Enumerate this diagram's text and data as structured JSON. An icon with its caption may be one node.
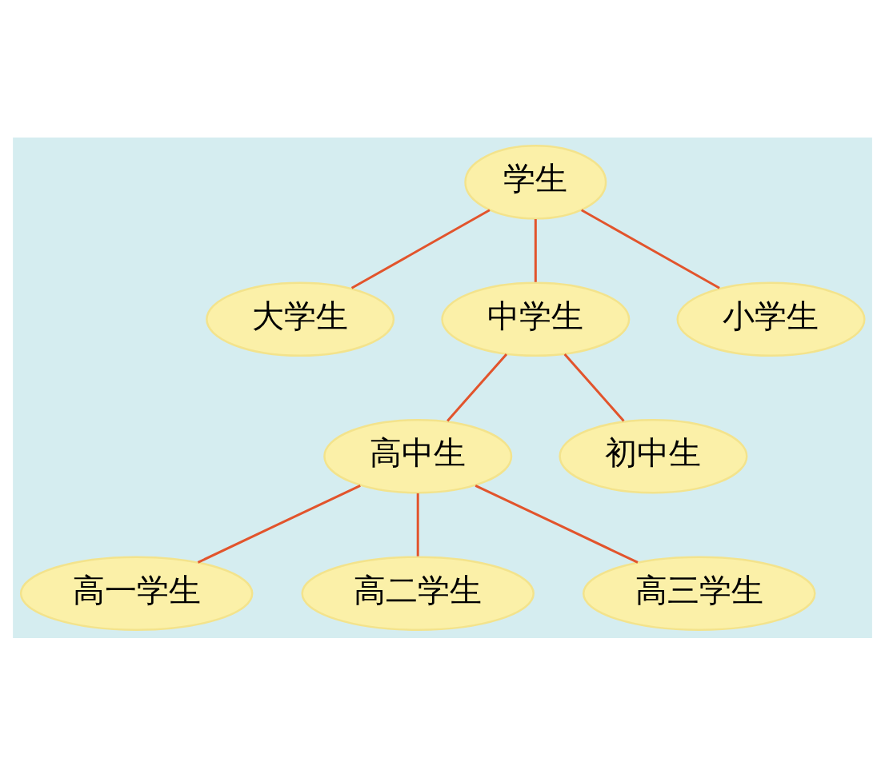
{
  "diagram": {
    "nodes": [
      {
        "text": [
          "学生"
        ]
      },
      {
        "text": [
          "大学生"
        ]
      },
      {
        "text": [
          "中学生"
        ]
      },
      {
        "text": [
          "小学生"
        ]
      },
      {
        "text": [
          "高中生"
        ]
      },
      {
        "text": [
          "初中生"
        ]
      },
      {
        "text": [
          "高一学生"
        ]
      },
      {
        "text": [
          "高二学生"
        ]
      },
      {
        "text": [
          "高三学生"
        ]
      }
    ],
    "edges": [
      {
        "from": 0,
        "to": 1,
        "arrow": "none"
      },
      {
        "from": 0,
        "to": 2,
        "arrow": "none"
      },
      {
        "from": 0,
        "to": 3,
        "arrow": "none"
      },
      {
        "from": 2,
        "to": 4,
        "arrow": "none"
      },
      {
        "from": 2,
        "to": 5,
        "arrow": "none"
      },
      {
        "from": 4,
        "to": 6,
        "arrow": "none"
      },
      {
        "from": 4,
        "to": 7,
        "arrow": "none"
      },
      {
        "from": 4,
        "to": 8,
        "arrow": "none"
      }
    ]
  }
}
